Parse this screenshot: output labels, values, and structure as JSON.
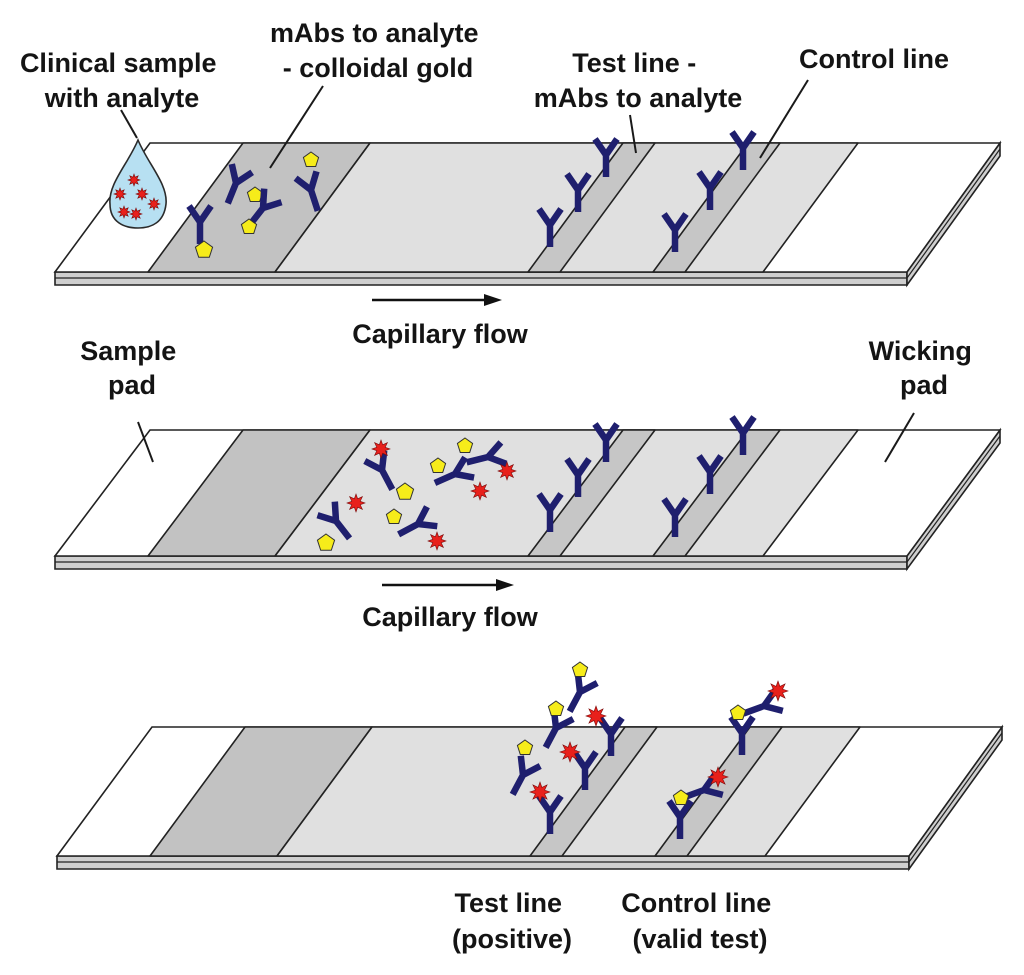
{
  "labels": {
    "clinical_sample": [
      "Clinical sample",
      "with analyte"
    ],
    "mabs_gold": [
      "mAbs to analyte",
      "- colloidal gold"
    ],
    "test_line_top": [
      "Test line -",
      "mAbs to analyte"
    ],
    "control_line_top": [
      "Control line"
    ],
    "capillary_flow_1": [
      "Capillary flow"
    ],
    "capillary_flow_2": [
      "Capillary flow"
    ],
    "sample_pad": [
      "Sample",
      "pad"
    ],
    "wicking_pad": [
      "Wicking",
      "pad"
    ],
    "test_line_bottom": [
      "Test line",
      "(positive)"
    ],
    "control_line_bottom": [
      "Control line",
      "(valid test)"
    ]
  },
  "colors": {
    "antibody": "#1f1f6e",
    "gold": "#f6ec1a",
    "analyte": "#e8201b",
    "conjugate_pad": "#c2c2c2",
    "membrane": "#e0e0e0",
    "line_band": "#c6c6c6",
    "drop": "#b7e0f2"
  }
}
